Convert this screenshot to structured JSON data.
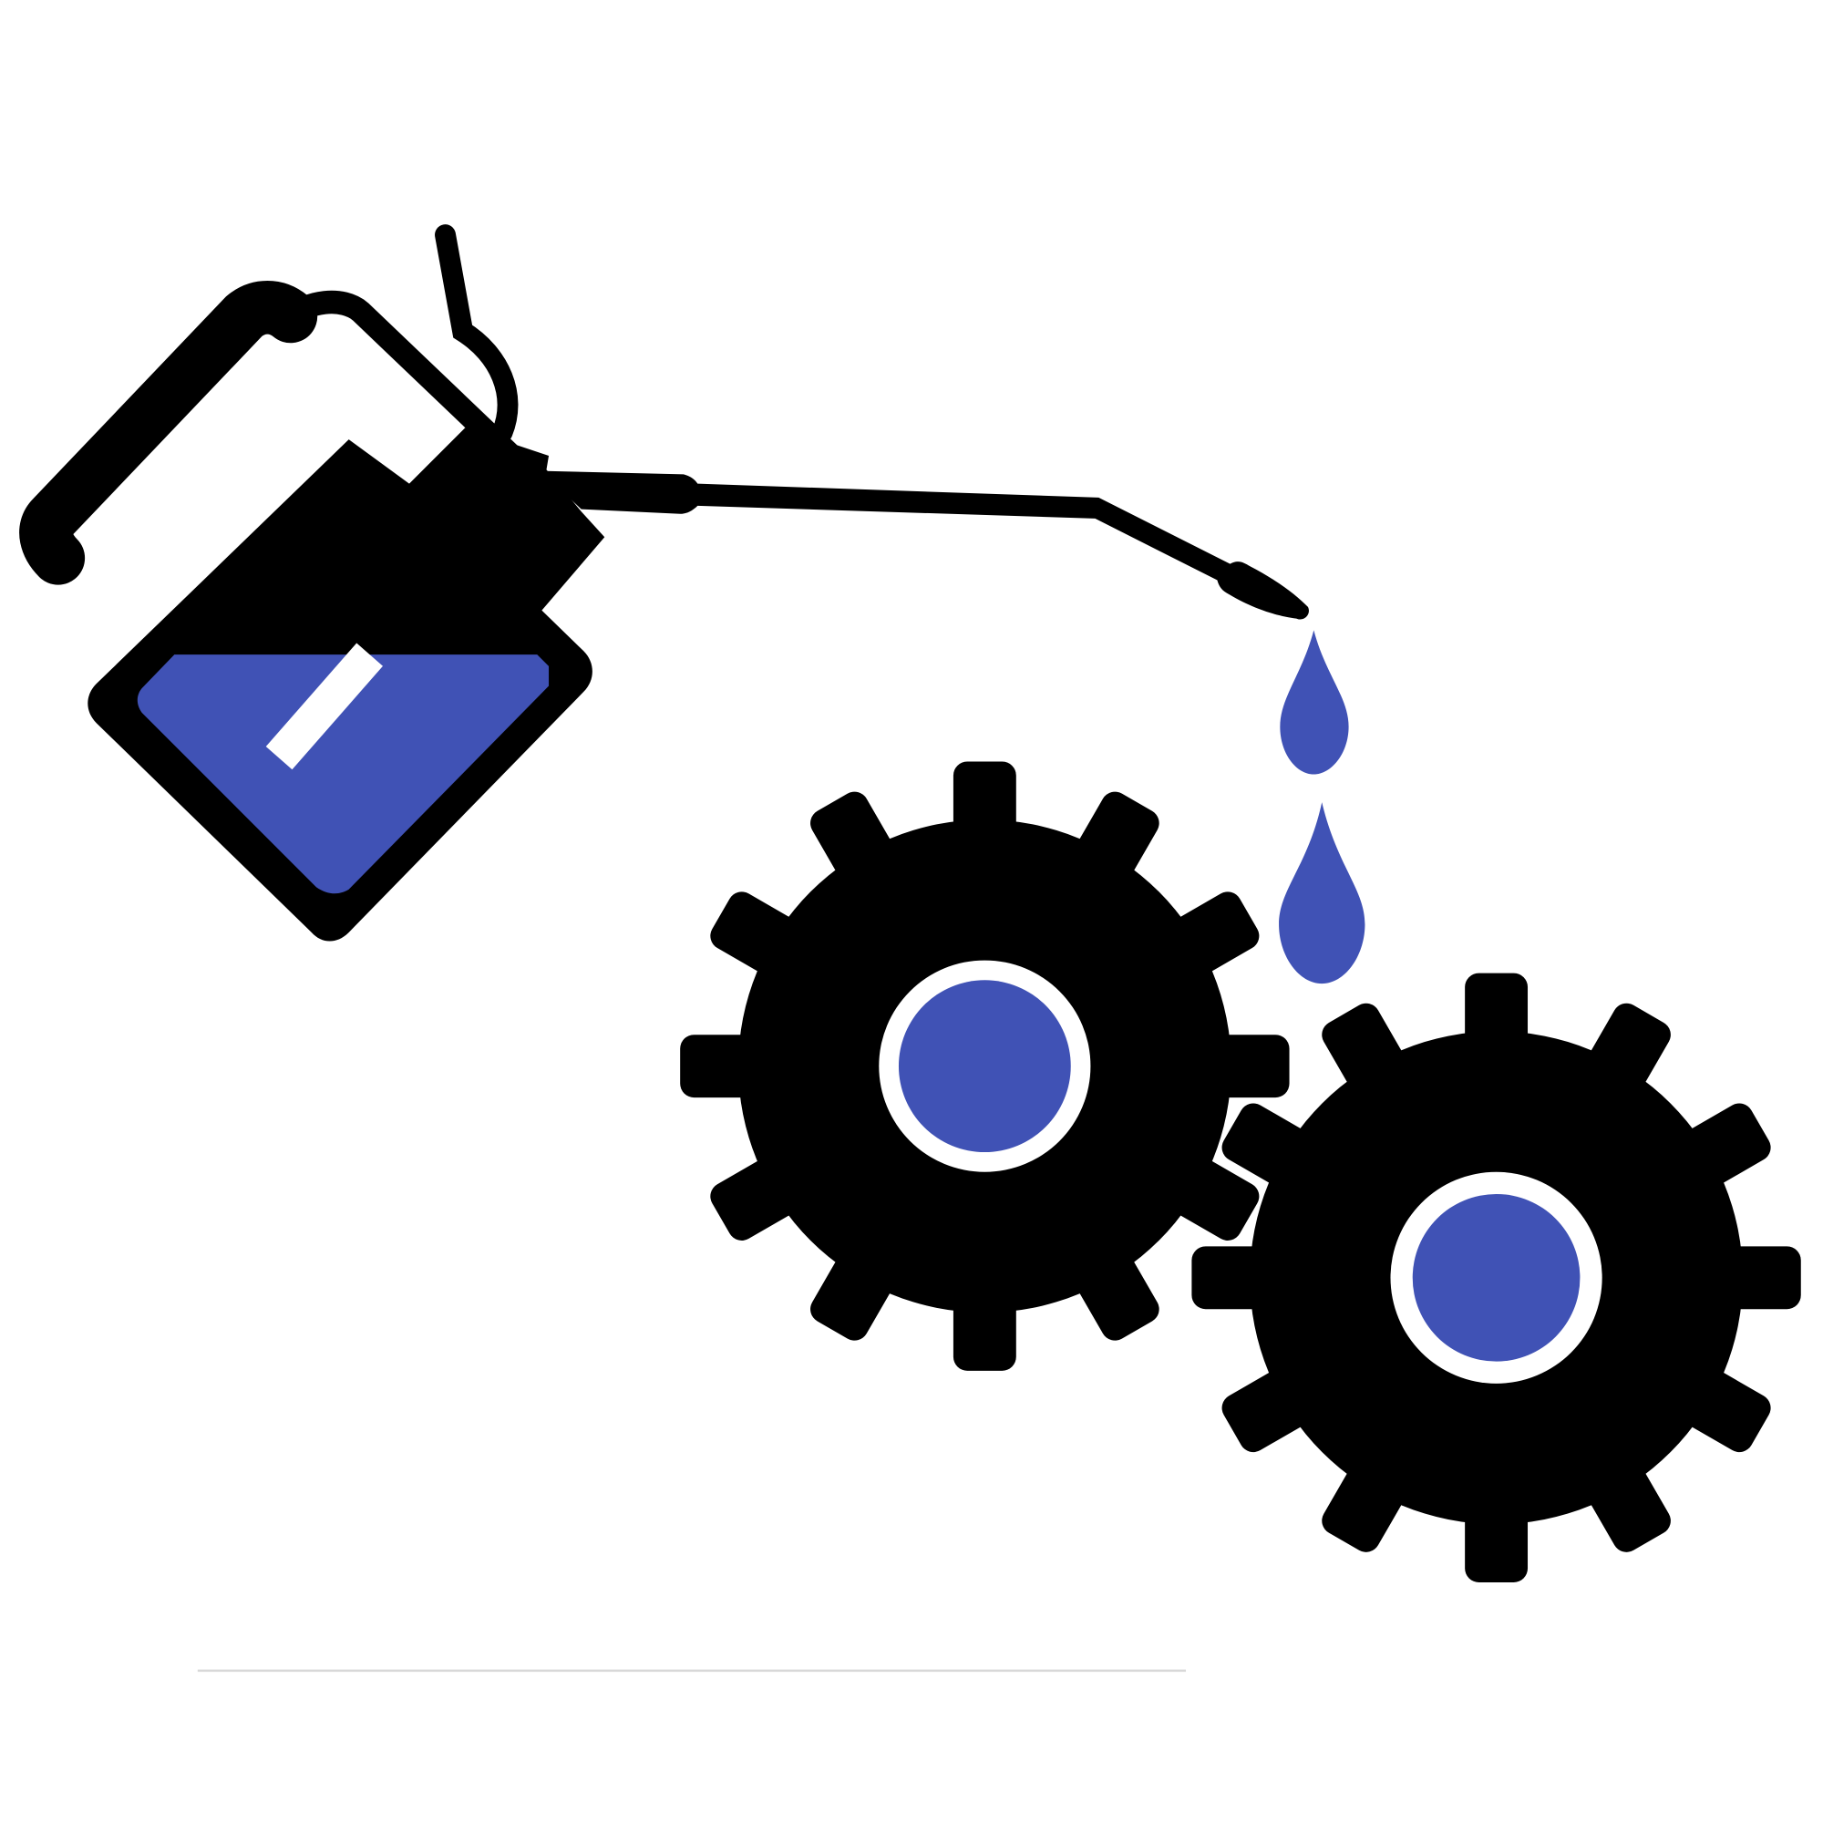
{
  "illustration": {
    "subject": "oil-can-lubricating-gears",
    "colors": {
      "ink": "#000000",
      "oil": "#4052B5",
      "background": "#FFFFFF",
      "baseline": "#D8D8D8"
    },
    "gears": [
      {
        "name": "gear-left",
        "teeth": 12
      },
      {
        "name": "gear-right",
        "teeth": 12
      }
    ],
    "drops": 2
  }
}
